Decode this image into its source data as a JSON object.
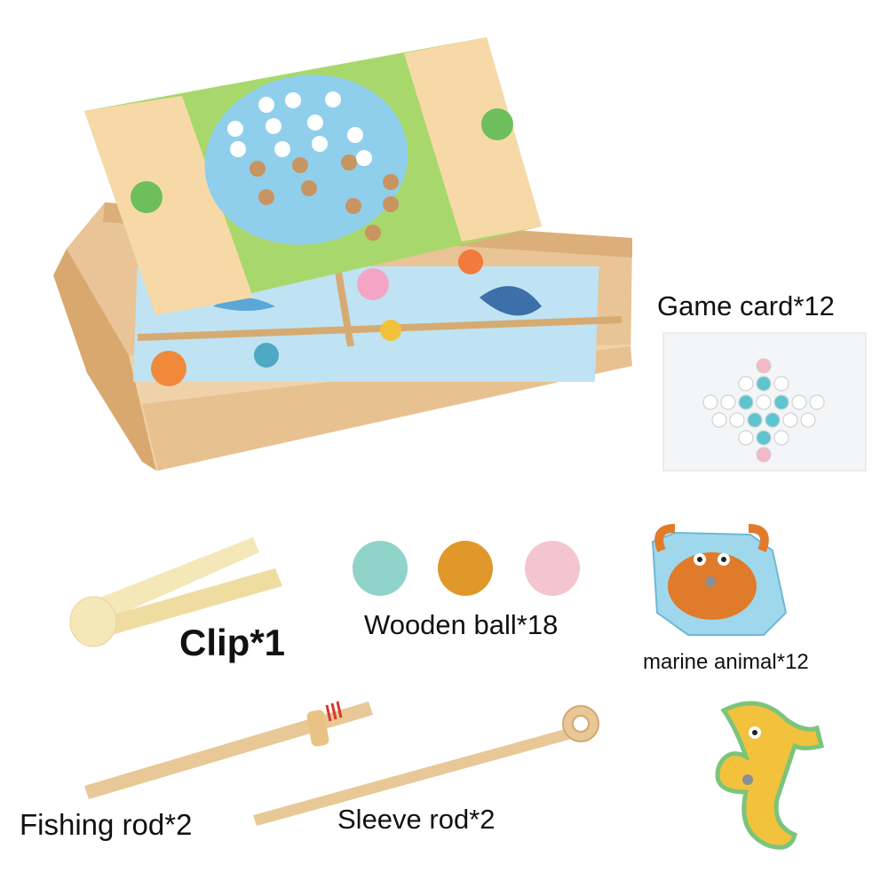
{
  "labels": {
    "game_card": "Game card*12",
    "clip": "Clip*1",
    "wooden_ball": "Wooden ball*18",
    "marine_animal": "marine animal*12",
    "fishing_rod": "Fishing rod*2",
    "sleeve_rod": "Sleeve rod*2"
  },
  "colors": {
    "wood": "#e9c89c",
    "wood_dark": "#d3a874",
    "board_green": "#a6d96a",
    "pond_blue": "#8fd0ee",
    "ball_teal": "#8fd3c9",
    "ball_orange": "#e0982a",
    "ball_pink": "#f3c5cf",
    "clip_cream": "#f4e7b8"
  }
}
